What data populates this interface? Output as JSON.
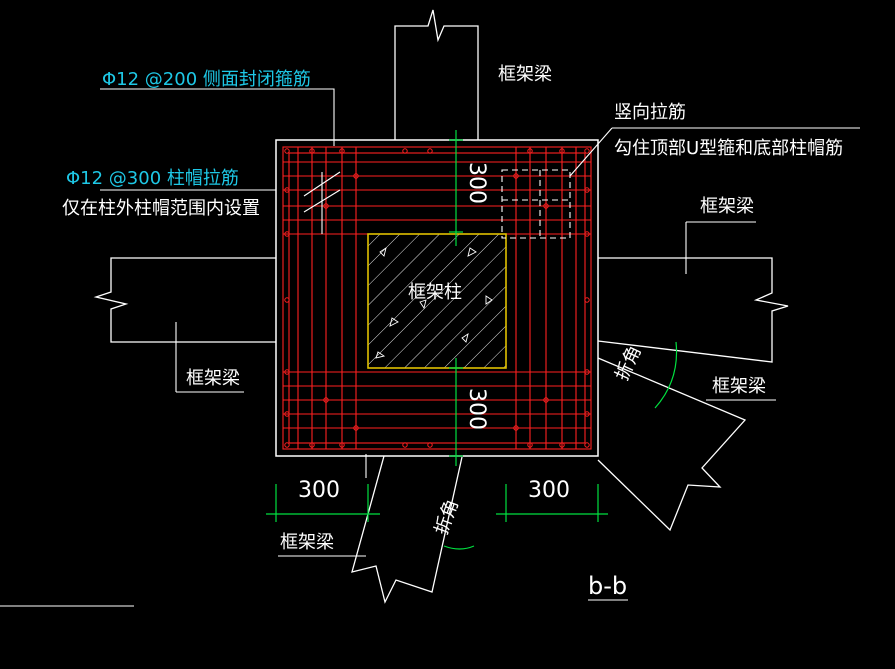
{
  "colors": {
    "background": "#000000",
    "line": "#ffffff",
    "rebar": "#ff2020",
    "dimension": "#00e040",
    "annotation": "#1ec8e6",
    "column_outline": "#e0c000"
  },
  "labels": {
    "side_stirrup": "Φ12 @200 侧面封闭箍筋",
    "cap_tie": "Φ12 @300 柱帽拉筋",
    "cap_tie_note": "仅在柱外柱帽范围内设置",
    "vertical_tie": "竖向拉筋",
    "vertical_tie_note": "勾住顶部U型箍和底部柱帽筋",
    "beam_top": "框架梁",
    "beam_right": "框架梁",
    "beam_left": "框架梁",
    "beam_lower_right": "框架梁",
    "beam_bottom_left": "框架梁",
    "column": "框架柱",
    "dim_top": "300",
    "dim_bottom_mid": "300",
    "dim_left": "300",
    "dim_right": "300",
    "fold_angle_right": "折角",
    "fold_angle_bottom": "折角",
    "section": "b-b"
  }
}
